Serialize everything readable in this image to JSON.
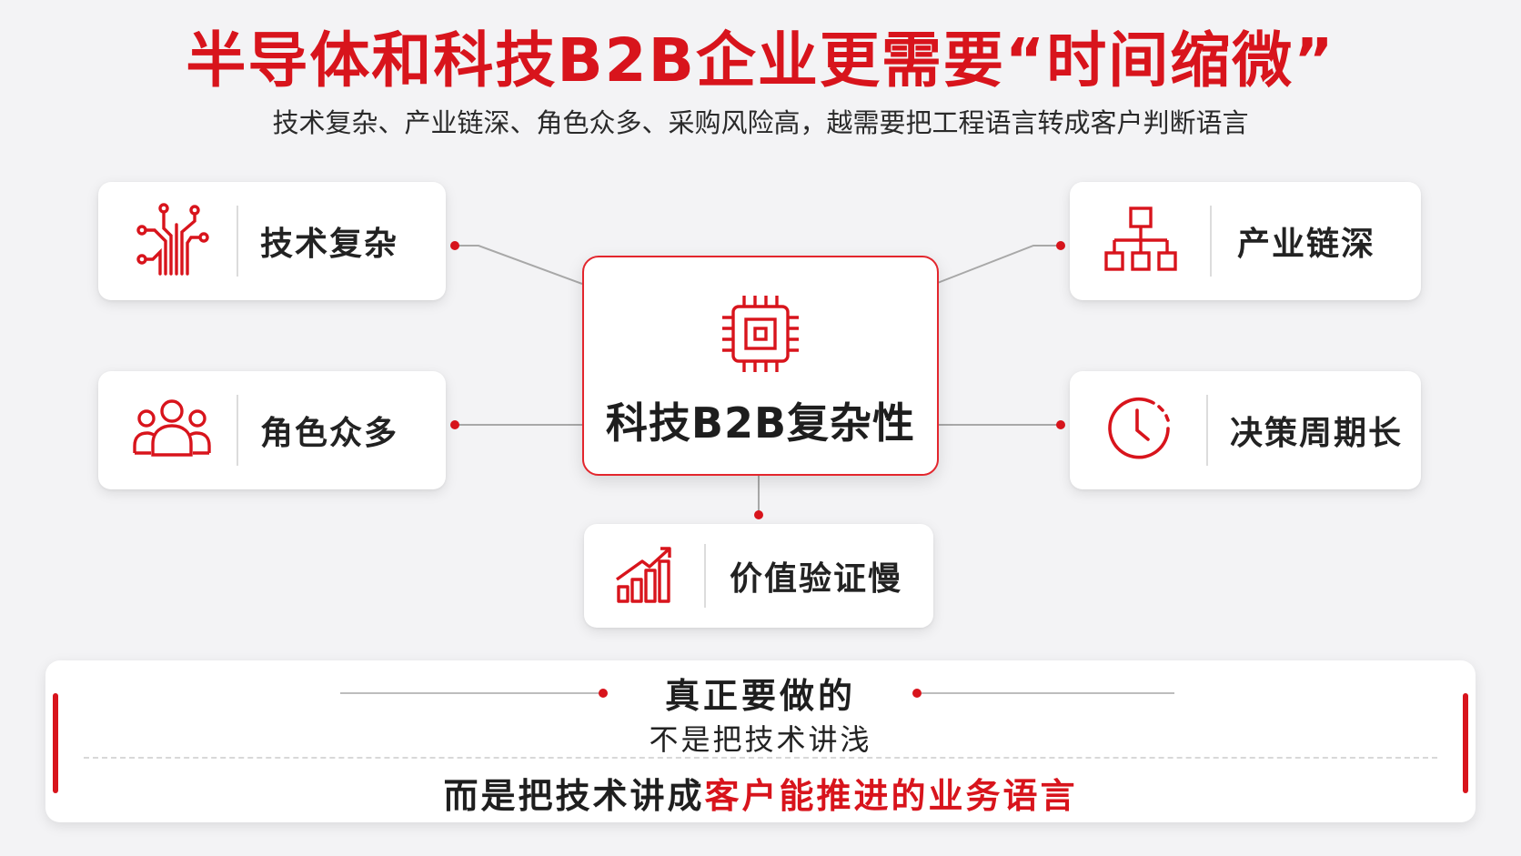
{
  "title": "半导体和科技B2B企业更需要“时间缩微”",
  "subtitle": "技术复杂、产业链深、角色众多、采购风险高，越需要把工程语言转成客户判断语言",
  "center": {
    "label": "科技B2B复杂性",
    "icon": "chip-icon"
  },
  "factors": {
    "tech": {
      "label": "技术复杂",
      "icon": "circuit-icon"
    },
    "chain": {
      "label": "产业链深",
      "icon": "hierarchy-icon"
    },
    "roles": {
      "label": "角色众多",
      "icon": "users-icon"
    },
    "cycle": {
      "label": "决策周期长",
      "icon": "clock-icon"
    },
    "value": {
      "label": "价值验证慢",
      "icon": "growth-chart-icon"
    }
  },
  "bottom": {
    "heading": "真正要做的",
    "line1": "不是把技术讲浅",
    "line2_prefix": "而是把技术讲成",
    "line2_highlight": "客户能推进的业务语言"
  },
  "colors": {
    "accent": "#d8141c",
    "text": "#1f1f1f",
    "background": "#f3f3f5"
  }
}
